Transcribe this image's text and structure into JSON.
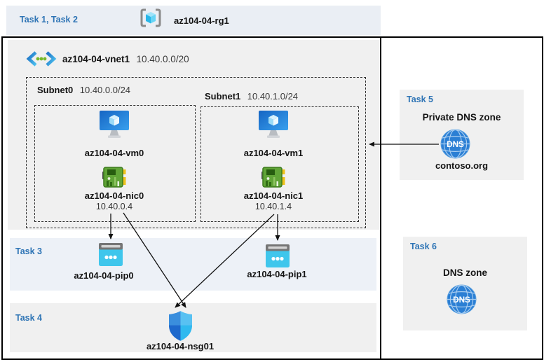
{
  "colors": {
    "task_label_blue": "#2E74B5",
    "band_light_blue": "#edf1f7",
    "band_gray": "#f0f0f0",
    "border_black": "#000000",
    "dns_icon_blue": "#2b7fd4",
    "public_ip_cyan": "#3fc6ec",
    "nic_green": "#60a437",
    "vm_blue": "#1f79d2",
    "nsg_shield_blues": [
      "#3a8edd",
      "#58c1f2",
      "#1d68cc",
      "#2fb9ef"
    ]
  },
  "header": {
    "tasks_label": "Task 1, Task 2",
    "resource_group": "az104-04-rg1"
  },
  "vnet": {
    "name": "az104-04-vnet1",
    "cidr": "10.40.0.0/20"
  },
  "subnets": [
    {
      "name": "Subnet0",
      "cidr": "10.40.0.0/24",
      "vm": "az104-04-vm0",
      "nic": "az104-04-nic0",
      "ip": "10.40.0.4"
    },
    {
      "name": "Subnet1",
      "cidr": "10.40.1.0/24",
      "vm": "az104-04-vm1",
      "nic": "az104-04-nic1",
      "ip": "10.40.1.4"
    }
  ],
  "task3": {
    "label": "Task 3",
    "pip0": "az104-04-pip0",
    "pip1": "az104-04-pip1"
  },
  "task4": {
    "label": "Task 4",
    "nsg": "az104-04-nsg01"
  },
  "task5": {
    "label": "Task 5",
    "title": "Private DNS zone",
    "zone": "contoso.org",
    "icon_text": "DNS"
  },
  "task6": {
    "label": "Task 6",
    "title": "DNS zone",
    "icon_text": "DNS"
  },
  "icons": [
    "resource-group-icon",
    "vnet-icon",
    "vm-icon",
    "nic-icon",
    "public-ip-icon",
    "nsg-shield-icon",
    "dns-zone-icon"
  ]
}
